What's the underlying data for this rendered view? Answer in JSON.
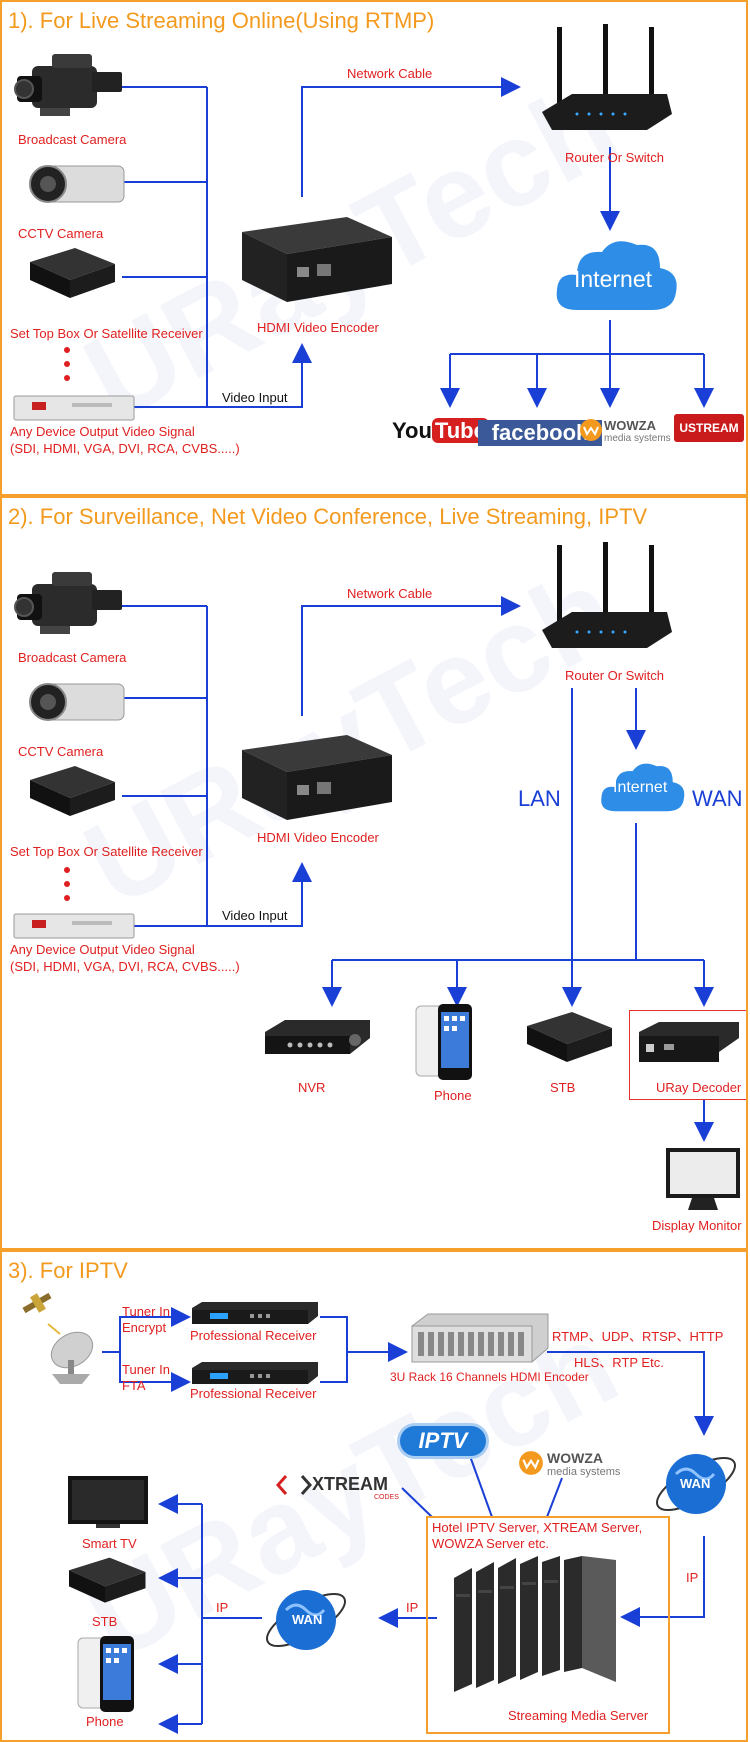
{
  "sections": [
    {
      "title": "1). For Live Streaming Online(Using RTMP)",
      "network_cable": "Network Cable",
      "video_input": "Video Input",
      "encoder": "HDMI Video Encoder",
      "router": "Router Or Switch",
      "internet": "Internet",
      "sources": [
        "Broadcast Camera",
        "CCTV Camera",
        "Set Top Box Or Satellite Receiver"
      ],
      "any_device_line1": "Any Device Output Video Signal",
      "any_device_line2": "(SDI, HDMI, VGA, DVI, RCA, CVBS.....)",
      "platforms": {
        "youtube_a": "You",
        "youtube_b": "Tube",
        "facebook": "facebook",
        "wowza": "WOWZA",
        "wowza_sub": "media systems",
        "ustream": "USTREAM"
      }
    },
    {
      "title": "2). For Surveillance, Net Video Conference, Live Streaming, IPTV",
      "network_cable": "Network Cable",
      "video_input": "Video Input",
      "encoder": "HDMI Video Encoder",
      "router": "Router Or Switch",
      "internet": "Internet",
      "lan": "LAN",
      "wan": "WAN",
      "sources": [
        "Broadcast Camera",
        "CCTV Camera",
        "Set Top Box Or Satellite Receiver"
      ],
      "any_device_line1": "Any Device Output Video Signal",
      "any_device_line2": "(SDI, HDMI, VGA, DVI, RCA, CVBS.....)",
      "outputs": [
        "NVR",
        "Phone",
        "STB",
        "URay Decoder"
      ],
      "display": "Display Monitor"
    },
    {
      "title": "3). For IPTV",
      "tuner_encrypt_1": "Tuner In",
      "tuner_encrypt_2": "Encrypt",
      "tuner_fta_1": "Tuner In",
      "tuner_fta_2": "FTA",
      "receiver": "Professional Receiver",
      "rack": "3U Rack 16 Channels HDMI Encoder",
      "protocols_1": "RTMP、UDP、RTSP、HTTP",
      "protocols_2": "HLS、RTP Etc.",
      "iptv": "IPTV",
      "wowza": "WOWZA",
      "wowza_sub": "media systems",
      "xtream": "XTREAM",
      "xtream_sub": "CODES",
      "server_line1": "Hotel IPTV Server, XTREAM Server,",
      "server_line2": "WOWZA Server etc.",
      "server_name": "Streaming Media Server",
      "wan": "WAN",
      "ip": "IP",
      "outputs": [
        "Smart TV",
        "STB",
        "Phone"
      ]
    }
  ],
  "watermark": "URayTech",
  "colors": {
    "border": "#f4a02a",
    "title": "#f39a1e",
    "wire": "#1a3fd6",
    "label_red": "#e02020"
  }
}
